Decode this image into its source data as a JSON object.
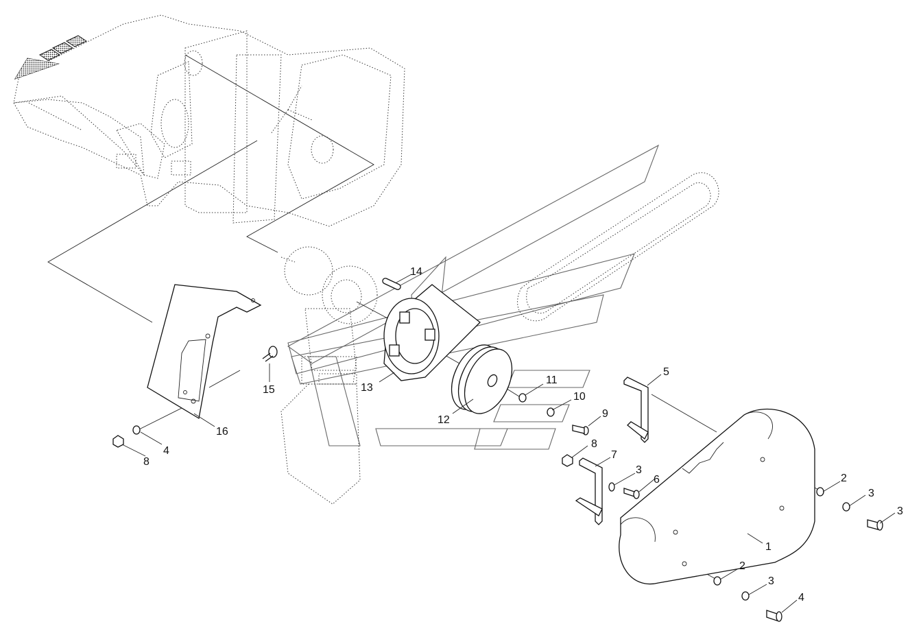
{
  "diagram": {
    "callouts": [
      "1",
      "2",
      "3",
      "4",
      "2",
      "3",
      "4",
      "5",
      "6",
      "3",
      "7",
      "8",
      "9",
      "10",
      "11",
      "12",
      "13",
      "14",
      "15",
      "16",
      "3",
      "8"
    ]
  }
}
